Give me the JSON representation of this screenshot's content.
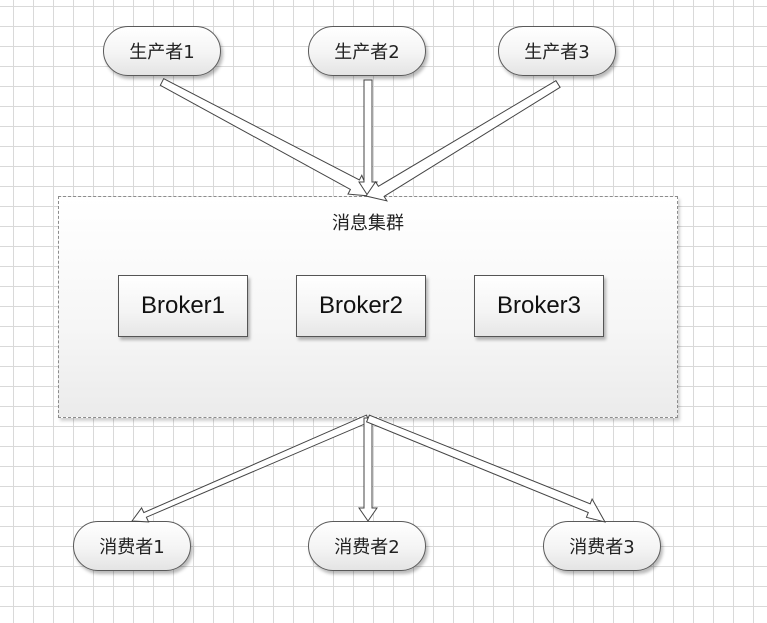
{
  "producers": [
    {
      "label": "生产者1"
    },
    {
      "label": "生产者2"
    },
    {
      "label": "生产者3"
    }
  ],
  "cluster": {
    "title": "消息集群",
    "brokers": [
      {
        "label": "Broker1"
      },
      {
        "label": "Broker2"
      },
      {
        "label": "Broker3"
      }
    ]
  },
  "consumers": [
    {
      "label": "消费者1"
    },
    {
      "label": "消费者2"
    },
    {
      "label": "消费者3"
    }
  ],
  "connections": [
    {
      "from": "生产者1",
      "to": "消息集群"
    },
    {
      "from": "生产者2",
      "to": "消息集群"
    },
    {
      "from": "生产者3",
      "to": "消息集群"
    },
    {
      "from": "消息集群",
      "to": "消费者1"
    },
    {
      "from": "消息集群",
      "to": "消费者2"
    },
    {
      "from": "消息集群",
      "to": "消费者3"
    }
  ]
}
